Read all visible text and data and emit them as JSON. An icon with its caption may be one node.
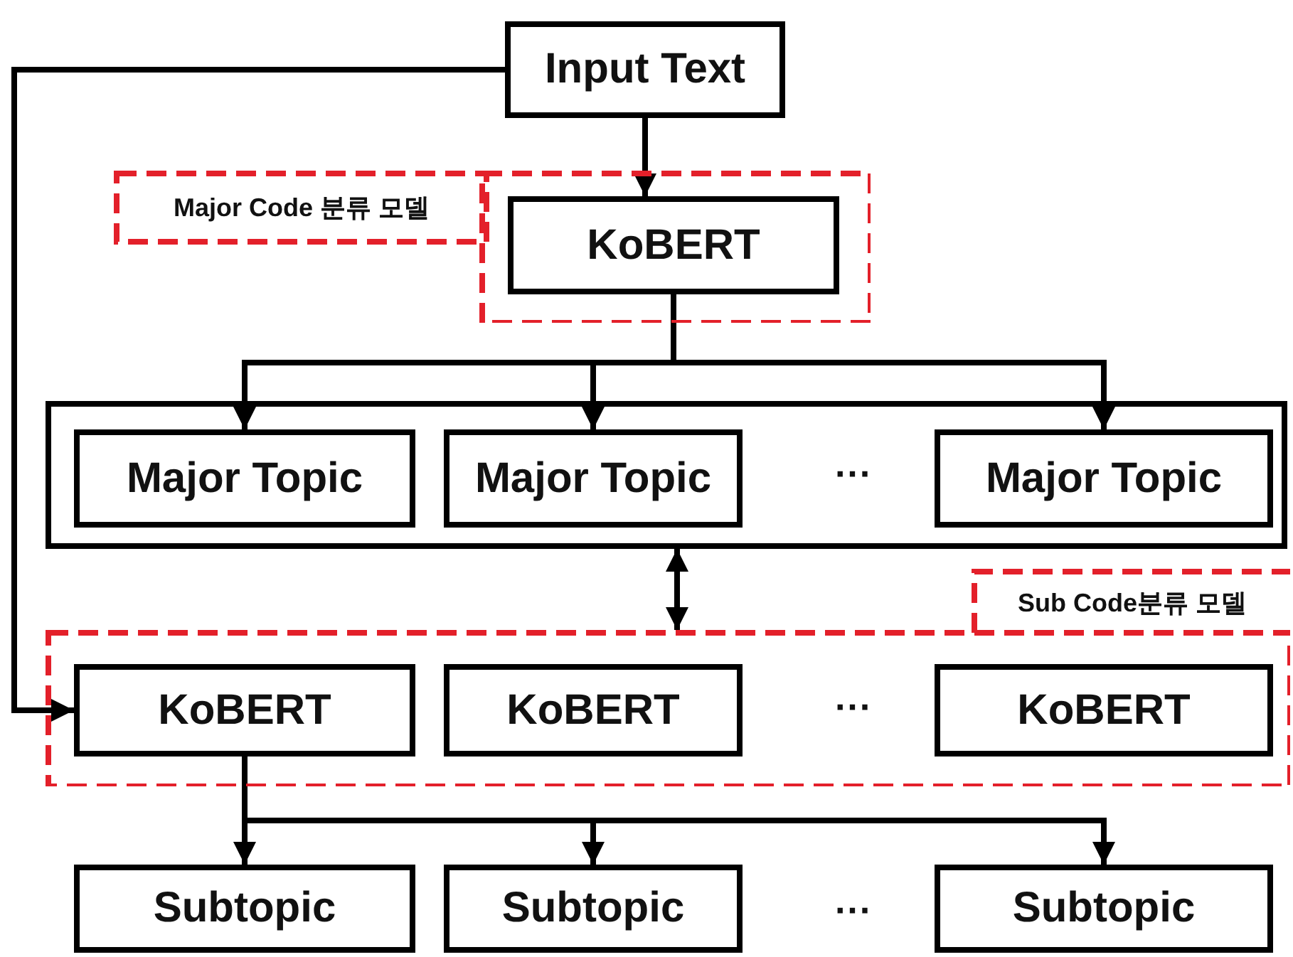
{
  "diagram": {
    "nodes": [
      {
        "text": [
          "Input Text"
        ]
      },
      {
        "text": [
          "Major Code 분류 모델"
        ]
      },
      {
        "text": [
          "KoBERT"
        ],
        "in": 1
      },
      {
        "text": [],
        "shape": "box"
      },
      {
        "text": [
          "Major Topic"
        ],
        "in": 3
      },
      {
        "text": [
          "Major Topic"
        ],
        "in": 3
      },
      {
        "text": [
          "Major Topic"
        ],
        "in": 3
      },
      {
        "text": [
          "Sub Code분류 모델"
        ]
      },
      {
        "text": [
          "KoBERT"
        ],
        "in": 7
      },
      {
        "text": [
          "KoBERT"
        ],
        "in": 7
      },
      {
        "text": [
          "KoBERT"
        ],
        "in": 7
      },
      {
        "text": [
          "Subtopic"
        ]
      },
      {
        "text": [
          "Subtopic"
        ]
      },
      {
        "text": [
          "Subtopic"
        ]
      }
    ],
    "edges": [
      {
        "from": 0,
        "to": 2,
        "arrow": "to"
      },
      {
        "from": 2,
        "to": 4,
        "arrow": "to"
      },
      {
        "from": 2,
        "to": 5,
        "arrow": "to"
      },
      {
        "from": 2,
        "to": 6,
        "arrow": "to"
      },
      {
        "from": 3,
        "to": 7,
        "arrow": "both"
      },
      {
        "from": 0,
        "to": 8,
        "arrow": "to"
      },
      {
        "from": 8,
        "to": 11,
        "arrow": "to"
      },
      {
        "from": 8,
        "to": 12,
        "arrow": "to"
      },
      {
        "from": 8,
        "to": 13,
        "arrow": "to"
      }
    ],
    "labels": [
      "···",
      "···",
      "···"
    ]
  }
}
